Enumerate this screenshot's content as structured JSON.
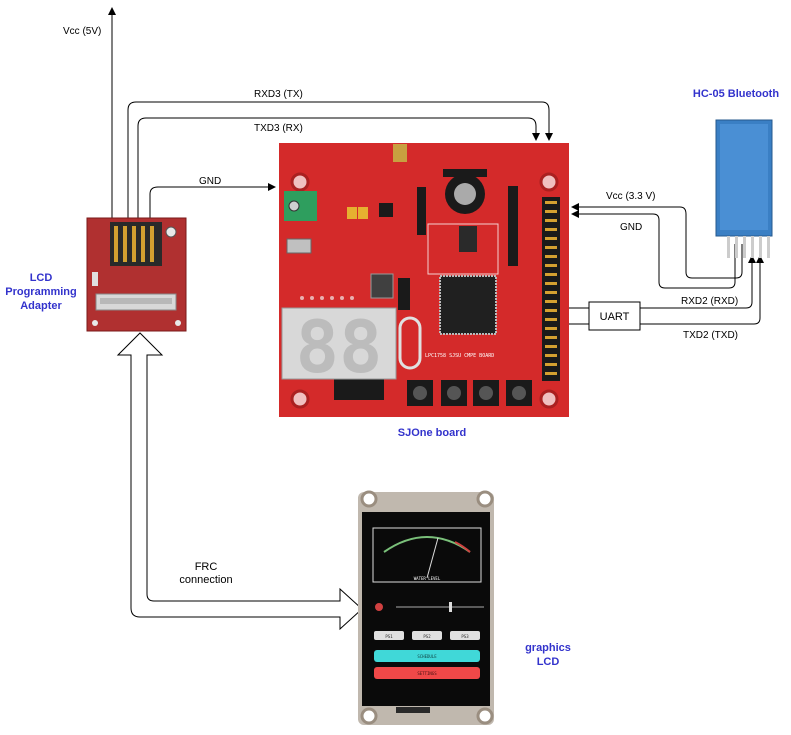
{
  "labels": {
    "vcc_5v": "Vcc (5V)",
    "rxd3": "RXD3 (TX)",
    "txd3": "TXD3 (RX)",
    "gnd_main": "GND",
    "vcc_33": "Vcc (3.3 V)",
    "gnd_bt": "GND",
    "rxd2": "RXD2 (RXD)",
    "txd2": "TXD2 (TXD)",
    "uart": "UART",
    "frc_line1": "FRC",
    "frc_line2": "connection"
  },
  "components": {
    "lcd_adapter_line1": "LCD",
    "lcd_adapter_line2": "Programming",
    "lcd_adapter_line3": "Adapter",
    "sjone_board": "SJOne board",
    "bluetooth": "HC-05 Bluetooth",
    "graphics_lcd_line1": "graphics",
    "graphics_lcd_line2": "LCD"
  },
  "board_text": {
    "title": "LPC1758 SJSU CMPE BOARD",
    "segments": "88"
  },
  "lcd_screen": {
    "btn1": "PS1",
    "btn2": "PS2",
    "btn3": "PS3",
    "bar1": "SCHEDULE",
    "bar2": "SETTINGS",
    "gauge": "WATER LEVEL"
  },
  "colors": {
    "board_red": "#d42a2a",
    "adapter_red": "#b03030",
    "bt_blue": "#3a7fc4",
    "title_blue": "#3333cc",
    "lcd_bar_cyan": "#40d8d8",
    "lcd_bar_red": "#f04848"
  }
}
